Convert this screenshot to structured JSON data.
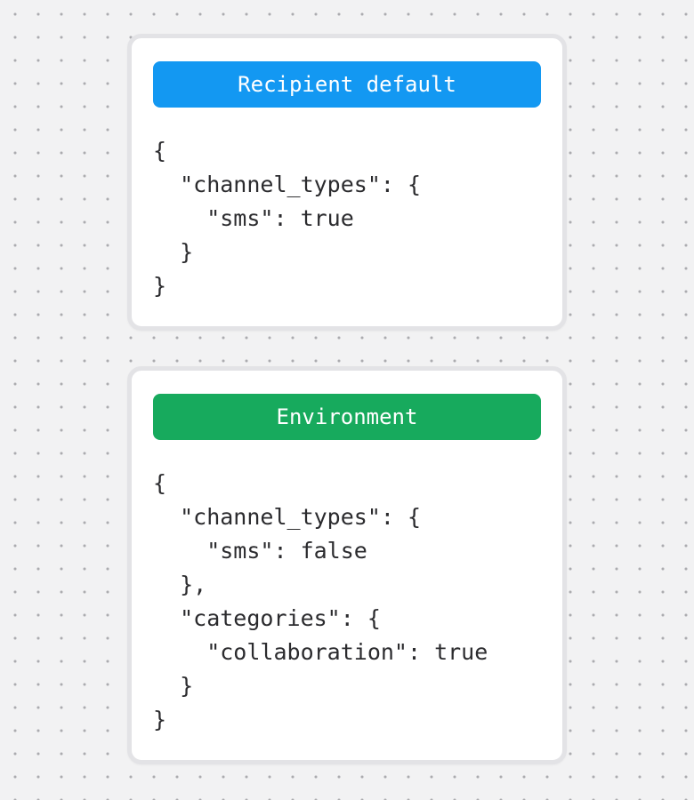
{
  "theme": {
    "page_background": "#f2f2f3",
    "dot_color": "#ababaf",
    "card_background": "#ffffff",
    "card_border_color": "#e3e3e6",
    "code_text_color": "#2b2b2e",
    "badge_text_color": "#ffffff",
    "accent_blue": "#1398f2",
    "accent_green": "#17aa5d"
  },
  "cards": [
    {
      "label": "Recipient default",
      "badge_color": "#1398f2",
      "code": "{\n  \"channel_types\": {\n    \"sms\": true\n  }\n}"
    },
    {
      "label": "Environment",
      "badge_color": "#17aa5d",
      "code": "{\n  \"channel_types\": {\n    \"sms\": false\n  },\n  \"categories\": {\n    \"collaboration\": true\n  }\n}"
    }
  ]
}
